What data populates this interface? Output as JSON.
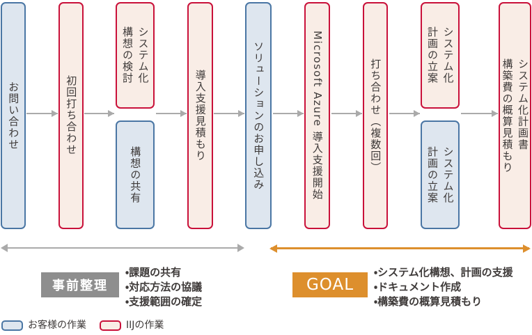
{
  "palette": {
    "customer_fill": "#DEE6EF",
    "customer_border": "#4A76A4",
    "iij_fill": "#F9EDE6",
    "iij_border": "#C9113A",
    "arrow_gray": "#AAAAAA",
    "pre_color": "#8E8E8E",
    "goal_color": "#DD8F2D",
    "text_color": "#3E3A39"
  },
  "flow": {
    "steps": [
      {
        "label": "お問い合わせ",
        "owner": "customer"
      },
      {
        "label": "初回打ち合わせ",
        "owner": "iij"
      },
      {
        "split": true,
        "top": {
          "label": "システム化\n構想の検討",
          "owner": "iij"
        },
        "bottom": {
          "label": "構想の共有",
          "owner": "customer"
        }
      },
      {
        "label": "導入支援見積もり",
        "owner": "iij"
      },
      {
        "label": "ソリューションのお申し込み",
        "owner": "customer"
      },
      {
        "label": "Microsoft Azure 導入支援開始",
        "owner": "iij"
      },
      {
        "label": "打ち合わせ（複数回）",
        "owner": "iij"
      },
      {
        "split": true,
        "top": {
          "label": "システム化\n計画の立案",
          "owner": "iij"
        },
        "bottom": {
          "label": "システム化\n計画の立案",
          "owner": "customer"
        }
      },
      {
        "label": "システム化計画書\n構築費の概算見積もり",
        "owner": "iij"
      }
    ]
  },
  "phases": [
    {
      "label": "事前整理",
      "bullets": [
        "・課題の共有",
        "・対応方法の協議",
        "・支援範囲の確定"
      ]
    },
    {
      "label": "GOAL",
      "bullets": [
        "・システム化構想、計画の支援",
        "・ドキュメント作成",
        "・構築費の概算見積もり"
      ]
    }
  ],
  "legend": [
    {
      "label": "お客様の作業",
      "type": "customer"
    },
    {
      "label": "IIJの作業",
      "type": "iij"
    }
  ]
}
